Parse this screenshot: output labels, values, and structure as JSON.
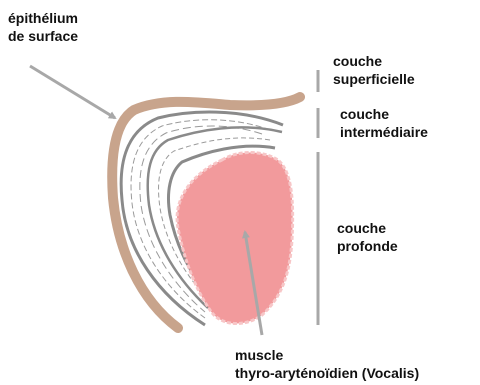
{
  "labels": {
    "surface_epithelium": [
      "épithélium",
      "de surface"
    ],
    "superficial_layer": [
      "couche",
      "superficielle"
    ],
    "intermediate_layer": [
      "couche",
      "intermédiaire"
    ],
    "deep_layer": [
      "couche",
      "profonde"
    ],
    "muscle": [
      "muscle",
      "thyro-aryténoïdien (Vocalis)"
    ]
  },
  "colors": {
    "epithelium": "#c8a48c",
    "lamina_outline": "#8a8a8a",
    "lamina_fill": "#ffffff",
    "lamina_fibers": "#9a9a9a",
    "muscle_fill": "#f29a9c",
    "muscle_edge": "#f7c6c7",
    "arrow": "#a8a8a8",
    "bracket": "#a8a8a8",
    "text": "#111111"
  }
}
